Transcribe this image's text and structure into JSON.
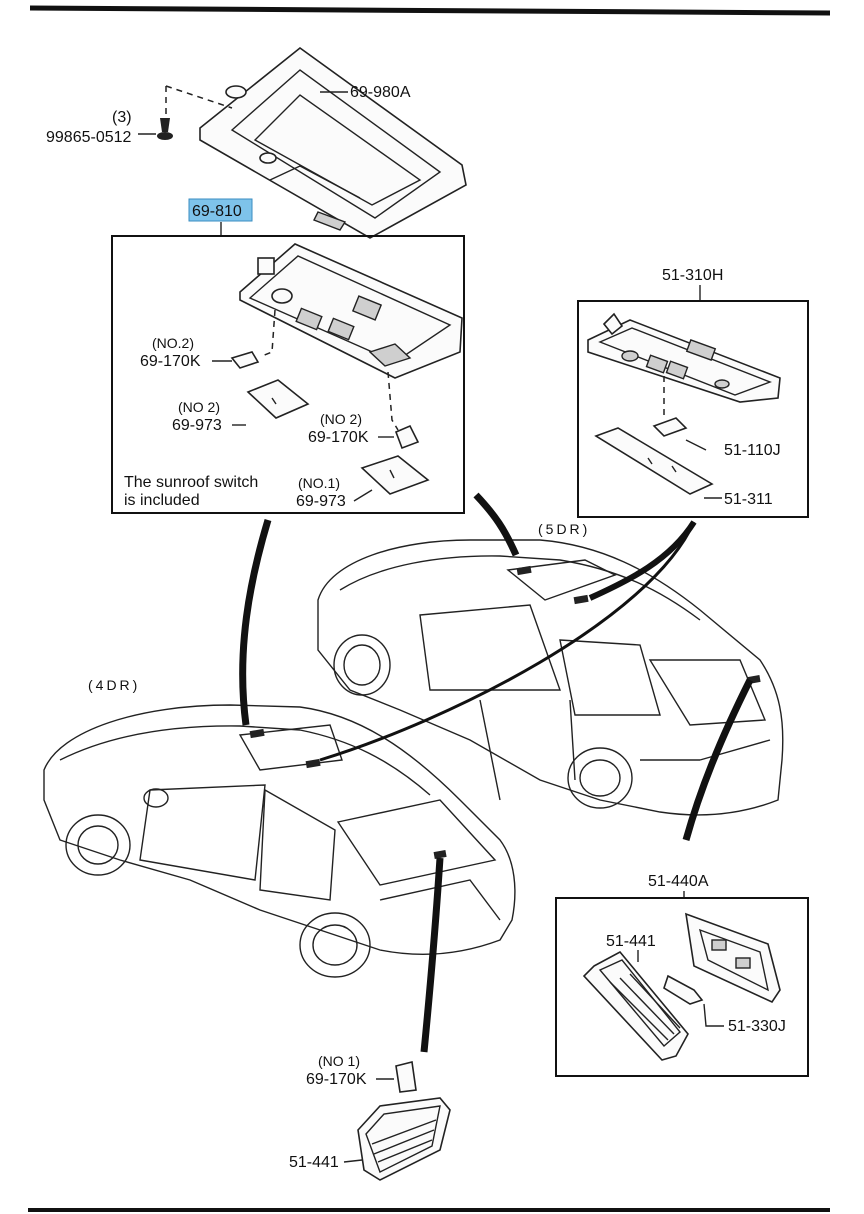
{
  "colors": {
    "highlight": "#7ec3ea",
    "ink": "#111111"
  },
  "top_assembly": {
    "part_number": "69-980A",
    "screw_qty": "(3)",
    "screw_part": "99865-0512"
  },
  "box_69810": {
    "part_number": "69-810",
    "bulb_no2_note": "(NO.2)",
    "bulb_no2_part": "69-170K",
    "lens_no2_note": "(NO 2)",
    "lens_no2_part": "69-973",
    "bulb2_no2_note": "(NO 2)",
    "bulb2_no2_part": "69-170K",
    "lens_no1_note": "(NO.1)",
    "lens_no1_part": "69-973",
    "note_line1": "The sunroof switch",
    "note_line2": "is included"
  },
  "box_51310": {
    "part_number": "51-310H",
    "bulb_part": "51-110J",
    "lens_part": "51-311"
  },
  "car_labels": {
    "five_door": "(5DR)",
    "four_door": "(4DR)"
  },
  "box_51440": {
    "part_number": "51-440A",
    "lens_part": "51-441",
    "bulb_part": "51-330J"
  },
  "bottom_lamp": {
    "bulb_note": "(NO 1)",
    "bulb_part": "69-170K",
    "lamp_part": "51-441"
  }
}
